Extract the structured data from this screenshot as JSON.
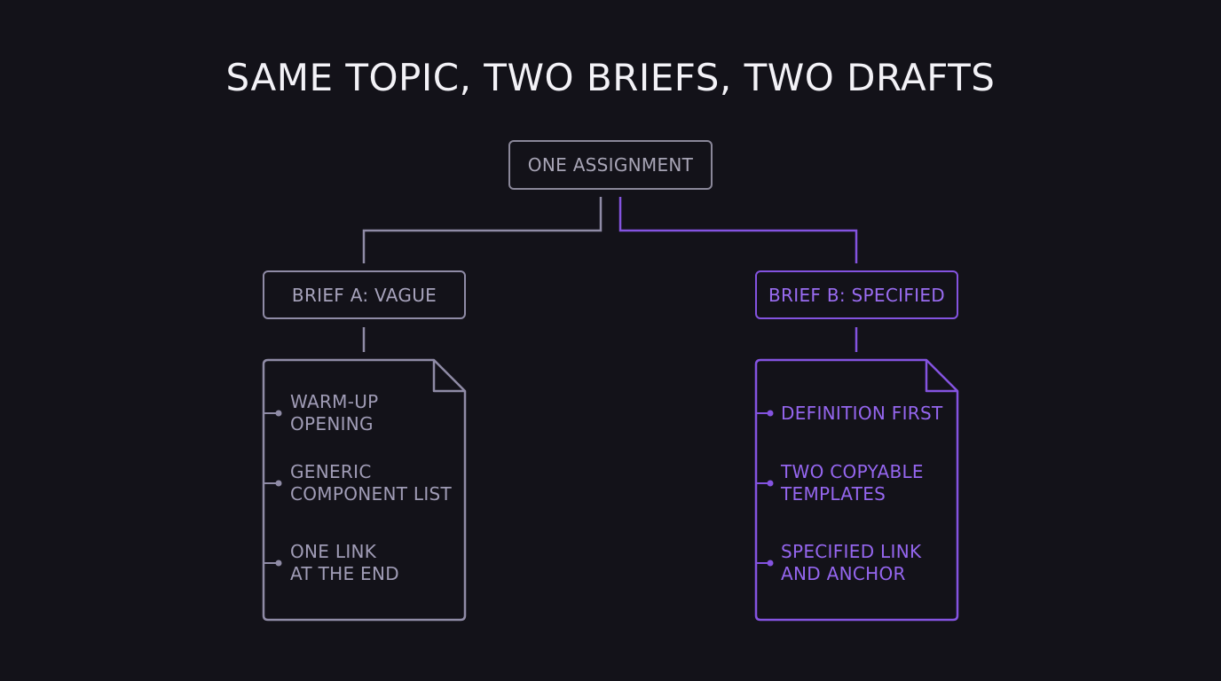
{
  "title": "SAME TOPIC, TWO BRIEFS, TWO DRAFTS",
  "root": {
    "label": "ONE ASSIGNMENT"
  },
  "brief_a": {
    "label": "BRIEF A: VAGUE",
    "items": [
      {
        "line1": "WARM-UP",
        "line2": "OPENING"
      },
      {
        "line1": "GENERIC",
        "line2": "COMPONENT LIST"
      },
      {
        "line1": "ONE LINK",
        "line2": "AT THE END"
      }
    ]
  },
  "brief_b": {
    "label": "BRIEF B: SPECIFIED",
    "items": [
      {
        "line1": "DEFINITION FIRST",
        "line2": ""
      },
      {
        "line1": "TWO COPYABLE",
        "line2": "TEMPLATES"
      },
      {
        "line1": "SPECIFIED LINK",
        "line2": "AND ANCHOR"
      }
    ]
  },
  "colors": {
    "background": "#131219",
    "neutral": "#8f8ba6",
    "accent": "#8453e0"
  },
  "icons": {
    "document": "document-icon"
  }
}
